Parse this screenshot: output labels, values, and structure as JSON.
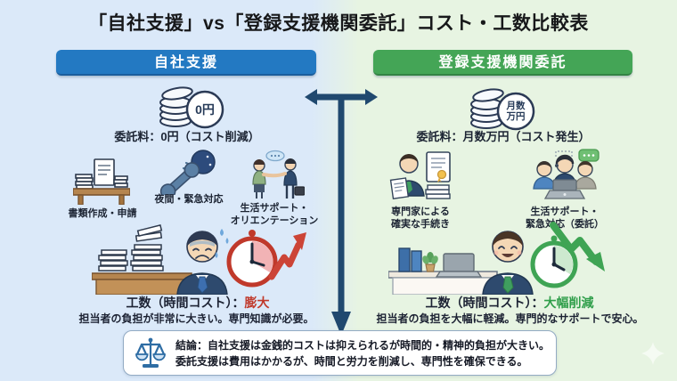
{
  "title": "「自社支援」vs「登録支援機関委託」コスト・工数比較表",
  "colors": {
    "blue_header": "#2379c2",
    "green_header": "#44a556",
    "left_bg": "#dbe9f9",
    "right_bg": "#e7f4e2",
    "divider_navy": "#20496f",
    "accent_red": "#c0392b",
    "accent_green": "#2f9e4a"
  },
  "left": {
    "header": "自社支援",
    "coin_badge": "0円",
    "fee_caption": "委託料：0円（コスト削減）",
    "icons": [
      {
        "name": "paperwork-desk-icon",
        "lines": [
          "書類作成・申請"
        ]
      },
      {
        "name": "phone-night-icon",
        "lines": [
          "夜間・緊急対応"
        ]
      },
      {
        "name": "handshake-support-icon",
        "lines": [
          "生活サポート・",
          "オリエンテーション"
        ]
      }
    ],
    "result_prefix": "工数（時間コスト）：",
    "result_value": "膨大",
    "result_note": "担当者の負担が非常に大きい。専門知識が必要。"
  },
  "right": {
    "header": "登録支援機関委託",
    "coin_badge_line1": "月数",
    "coin_badge_line2": "万円",
    "fee_caption": "委託料：月数万円（コスト発生）",
    "icons": [
      {
        "name": "expert-certificate-icon",
        "lines": [
          "専門家による",
          "確実な手続き"
        ]
      },
      {
        "name": "support-team-icon",
        "lines": [
          "生活サポート・",
          "緊急対応（委託）"
        ]
      }
    ],
    "result_prefix": "工数（時間コスト）：",
    "result_value": "大幅削減",
    "result_note": "担当者の負担を大幅に軽減。専門的なサポートで安心。"
  },
  "conclusion": {
    "line1": "結論：自社支援は金銭的コストは抑えられるが時間的・精神的負担が大きい。",
    "line2": "委託支援は費用はかかるが、時間と労力を削減し、専門性を確保できる。"
  }
}
